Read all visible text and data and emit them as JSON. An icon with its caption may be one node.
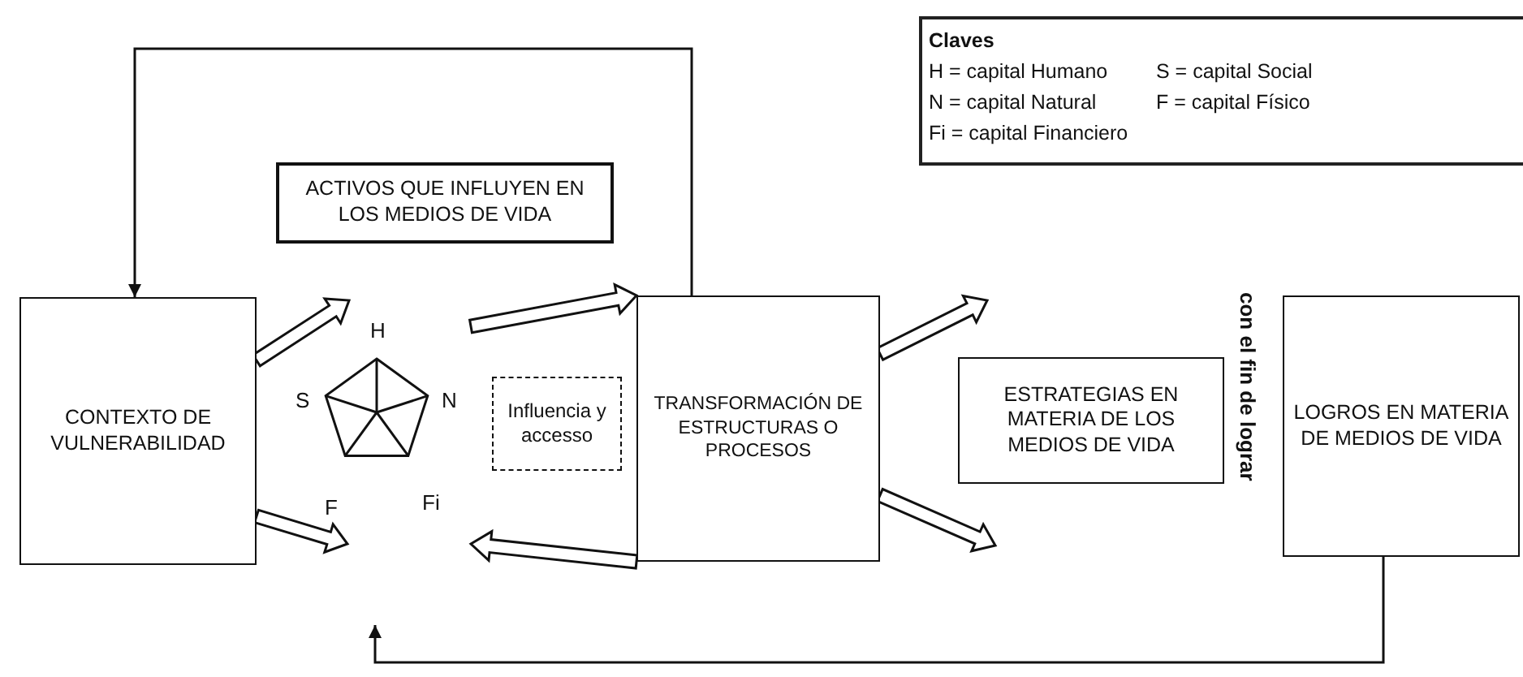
{
  "diagram": {
    "nodes": [
      {
        "text": [
          "Claves",
          "H =  capital Humano",
          "S = capital Social",
          "N =  capital Natural",
          "F = capital Físico",
          "Fi = capital Financiero"
        ]
      },
      {
        "text": [
          "ACTIVOS QUE INFLUYEN EN LOS MEDIOS DE VIDA"
        ]
      },
      {
        "text": [
          "CONTEXTO DE VULNERABILIDAD"
        ]
      },
      {
        "text": [],
        "shape": "pentagon",
        "beside": [
          "H",
          "S",
          "N",
          "F",
          "Fi"
        ]
      },
      {
        "text": [
          "Influencia y accesso"
        ]
      },
      {
        "text": [
          "TRANSFORMACIÓN DE ESTRUCTURAS O PROCESOS"
        ]
      },
      {
        "text": [
          "ESTRATEGIAS EN MATERIA DE LOS MEDIOS DE VIDA"
        ]
      },
      {
        "text": [
          "LOGROS EN MATERIA DE MEDIOS DE VIDA"
        ]
      }
    ],
    "edges": [
      {
        "from": 5,
        "to": 2,
        "arrow": "to"
      },
      {
        "from": 7,
        "to": null,
        "arrow": "to"
      },
      {
        "from": 2,
        "to": 3,
        "arrow": "to",
        "style": "thick"
      },
      {
        "from": 2,
        "to": 3,
        "arrow": "to",
        "style": "thick"
      },
      {
        "from": 3,
        "to": 5,
        "arrow": "to",
        "style": "thick"
      },
      {
        "from": 5,
        "to": 3,
        "arrow": "to",
        "style": "thick"
      },
      {
        "from": 5,
        "to": null,
        "arrow": "to",
        "style": "thick"
      },
      {
        "from": 5,
        "to": null,
        "arrow": "to",
        "style": "thick"
      }
    ],
    "labels": [
      "con el fin de lograr"
    ]
  }
}
